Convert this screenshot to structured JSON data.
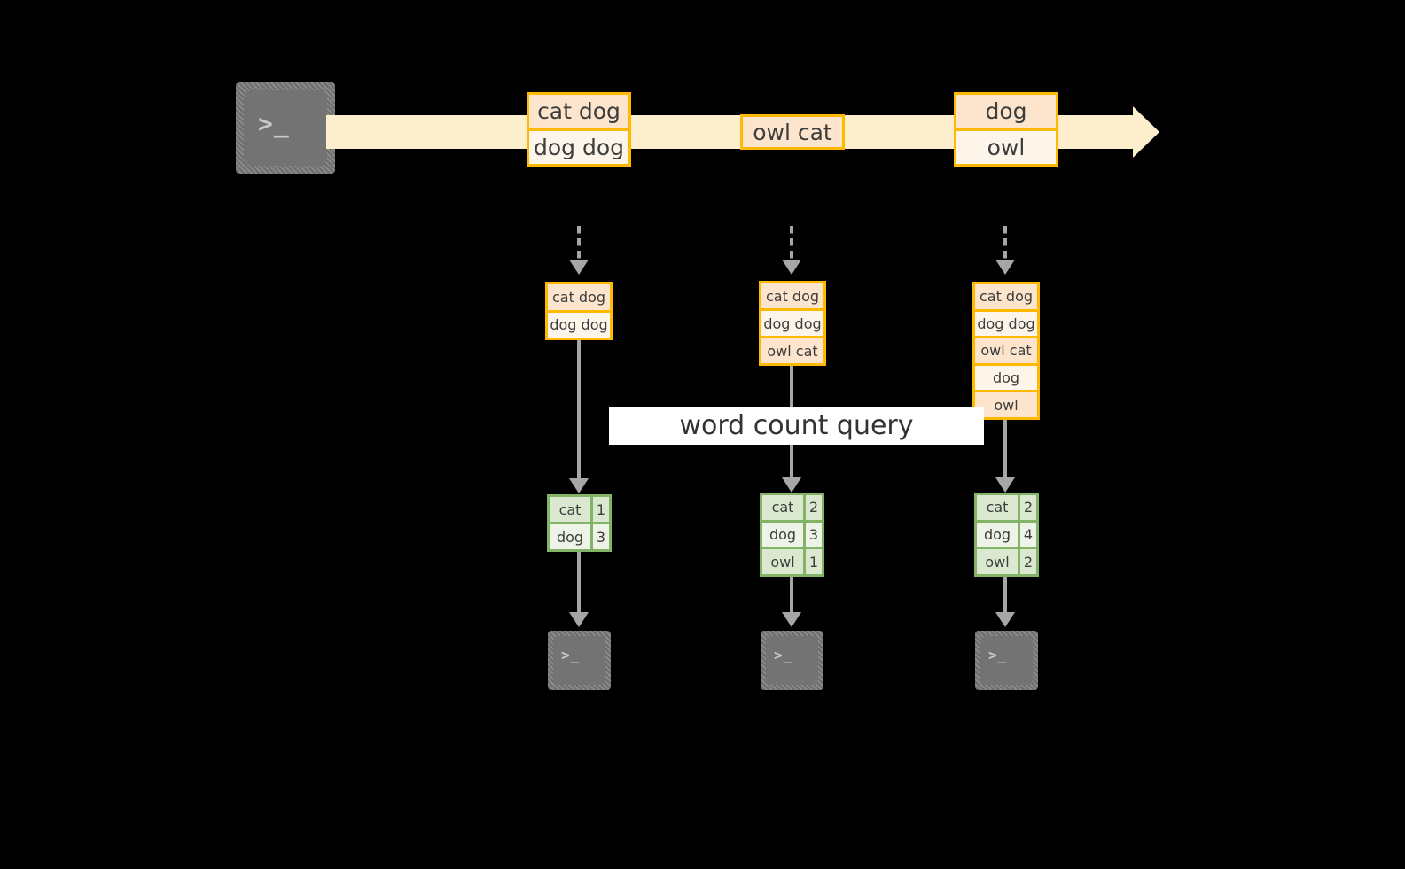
{
  "diagram": {
    "title": "word count query",
    "colors": {
      "background": "#000000",
      "event_border": "#ffb900",
      "event_fill_shade": "#fce5cc",
      "event_fill_light": "#fdf4ea",
      "timeline": "#fdeecd",
      "table_border": "#82b366",
      "table_fill_shade": "#dae8cf",
      "table_fill_light": "#edf3e7",
      "connector": "#a6a6a6",
      "terminal_icon": "#737373",
      "band_fill": "#ffffff"
    },
    "icons": {
      "producer": "terminal-icon",
      "consumer": "terminal-icon",
      "glyph": ">_"
    },
    "stream": {
      "name": "event-stream-timeline",
      "arrow_direction": "right",
      "events": [
        {
          "label": "event-group-1",
          "lines": [
            "cat dog",
            "dog dog"
          ]
        },
        {
          "label": "event-group-2",
          "lines": [
            "owl cat"
          ]
        },
        {
          "label": "event-group-3",
          "lines": [
            "dog",
            "owl"
          ]
        }
      ]
    },
    "snapshots": [
      {
        "name": "snapshot-1",
        "accumulated": [
          "cat dog",
          "dog dog"
        ],
        "counts": [
          {
            "word": "cat",
            "count": "1"
          },
          {
            "word": "dog",
            "count": "3"
          }
        ]
      },
      {
        "name": "snapshot-2",
        "accumulated": [
          "cat dog",
          "dog dog",
          "owl cat"
        ],
        "counts": [
          {
            "word": "cat",
            "count": "2"
          },
          {
            "word": "dog",
            "count": "3"
          },
          {
            "word": "owl",
            "count": "1"
          }
        ]
      },
      {
        "name": "snapshot-3",
        "accumulated": [
          "cat dog",
          "dog dog",
          "owl cat",
          "dog",
          "owl"
        ],
        "counts": [
          {
            "word": "cat",
            "count": "2"
          },
          {
            "word": "dog",
            "count": "4"
          },
          {
            "word": "owl",
            "count": "2"
          }
        ]
      }
    ]
  }
}
